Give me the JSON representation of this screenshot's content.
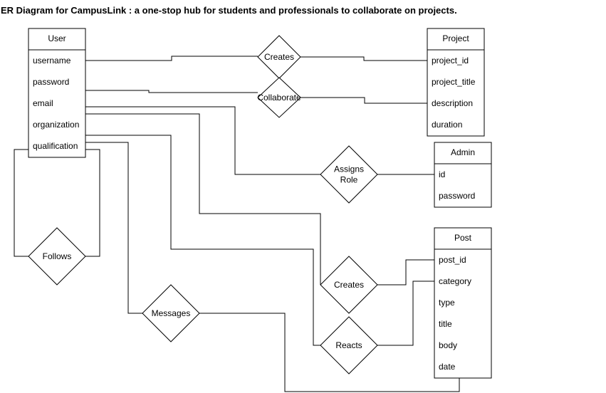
{
  "diagram": {
    "title": "ER Diagram for CampusLink : a one-stop hub for students and professionals to collaborate on projects.",
    "entities": {
      "user": {
        "name": "User",
        "attributes": [
          "username",
          "password",
          "email",
          "organization",
          "qualification"
        ]
      },
      "project": {
        "name": "Project",
        "attributes": [
          "project_id",
          "project_title",
          "description",
          "duration"
        ]
      },
      "admin": {
        "name": "Admin",
        "attributes": [
          "id",
          "password"
        ]
      },
      "post": {
        "name": "Post",
        "attributes": [
          "post_id",
          "category",
          "type",
          "title",
          "body",
          "date"
        ]
      }
    },
    "relationships": {
      "creates_project": [
        "Creates"
      ],
      "collaborate": [
        "Collaborate"
      ],
      "assigns_role": [
        "Assigns",
        "Role"
      ],
      "follows": [
        "Follows"
      ],
      "creates_post": [
        "Creates"
      ],
      "messages": [
        "Messages"
      ],
      "reacts": [
        "Reacts"
      ]
    }
  }
}
